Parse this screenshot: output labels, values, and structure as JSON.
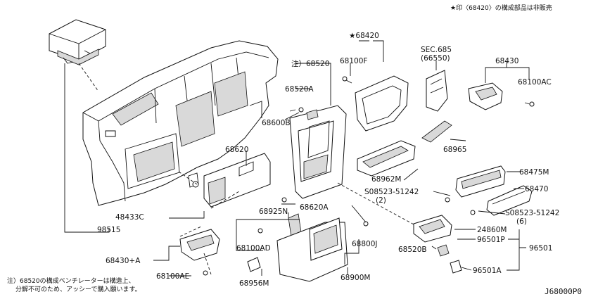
{
  "header_note": "★印〈68420〉の構成部品は非販売",
  "footer_note_line1": "注）68520の構成ベンチレーターは構造上、",
  "footer_note_line2": "分解不可のため、アッシーで購入願います。",
  "diagram_code": "J68000P0",
  "labels": {
    "p68420": "★68420",
    "p68520": "注）68520",
    "p68100F": "68100F",
    "p68520A": "68520A",
    "p68600B": "68600B",
    "sec685": "SEC.685",
    "p66550": "(66550)",
    "p68430": "68430",
    "p68100AC": "68100AC",
    "p68965": "68965",
    "p68962M": "68962M",
    "p68620": "68620",
    "p68475M": "68475M",
    "s08523_1": "S08523-51242",
    "s08523_1_qty": "(2)",
    "p68470": "68470",
    "s08523_2": "S08523-51242",
    "s08523_2_qty": "(6)",
    "p48433C": "48433C",
    "p68925N": "68925N",
    "p68620A": "68620A",
    "p24860M": "24860M",
    "p98515": "98515",
    "p68100AD": "68100AD",
    "p68800J": "68800J",
    "p96501P": "96501P",
    "p96501": "96501",
    "p68430A": "68430+A",
    "p68520B": "68520B",
    "p68100AE": "68100AE",
    "p68956M": "68956M",
    "p68900M": "68900M",
    "p96501A": "96501A"
  }
}
